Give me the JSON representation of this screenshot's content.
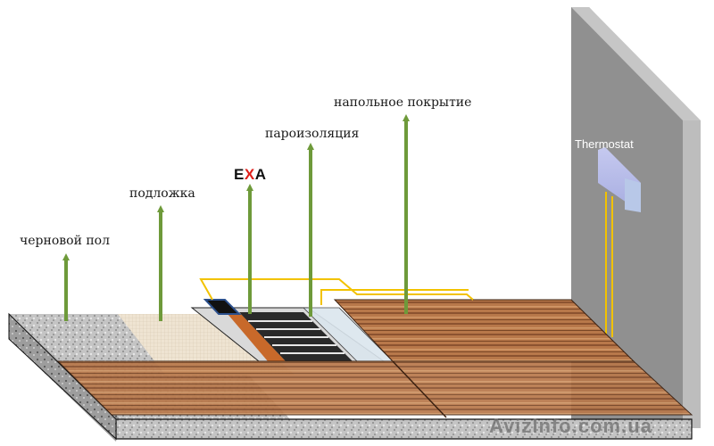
{
  "diagram": {
    "type": "layered-floor-heating-cross-section",
    "layers": [
      {
        "id": "subfloor",
        "label": "черновой пол"
      },
      {
        "id": "underlay",
        "label": "подложка"
      },
      {
        "id": "heating-film",
        "label": "EXA",
        "brand_parts": [
          "E",
          "X",
          "A"
        ]
      },
      {
        "id": "vapor-barrier",
        "label": "пароизоляция"
      },
      {
        "id": "floor-covering",
        "label": "напольное покрытие"
      }
    ],
    "thermostat": {
      "label": "Thermostat"
    },
    "watermark": "AvizInfo.com.ua"
  },
  "colors": {
    "arrow": "#6e9a3a",
    "wire": "#f2c200",
    "wall": "#8f8f8f",
    "wall_edge": "#c4c4c4",
    "wood": "#b06f3c",
    "concrete": "#bdbdbd",
    "underlay": "#ede3d2",
    "film_dark": "#2a2a2a",
    "copper_strip": "#c8692a",
    "vapor": "#dbe6ee",
    "brand_x": "#e0201b"
  }
}
